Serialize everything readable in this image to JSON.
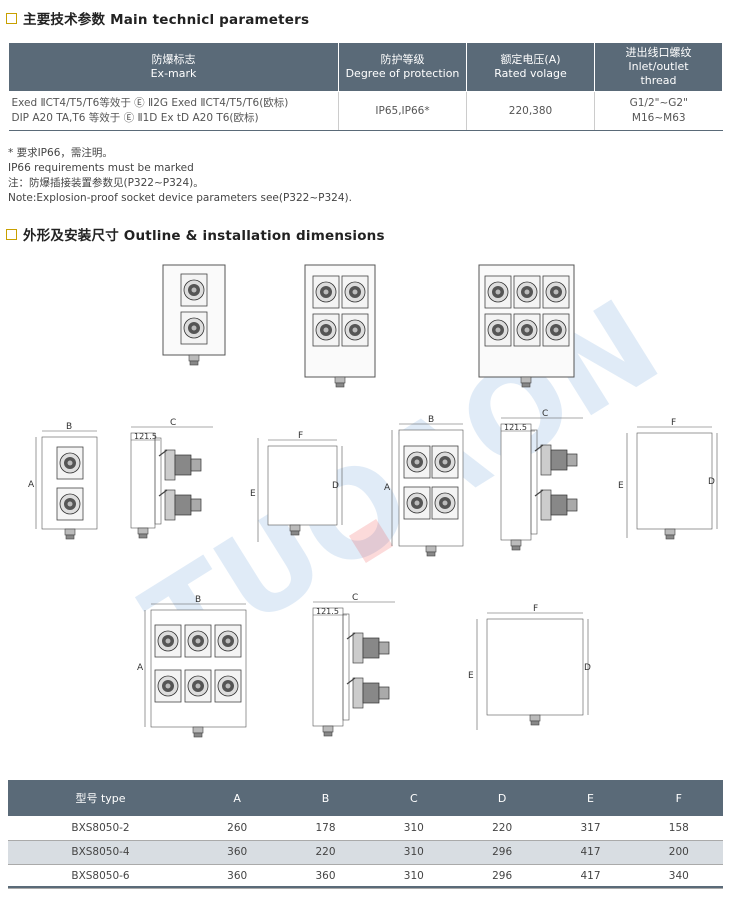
{
  "section1": {
    "title": "主要技术参数 Main technicl parameters"
  },
  "params_table": {
    "headers": [
      {
        "cn": "防爆标志",
        "en": "Ex-mark"
      },
      {
        "cn": "防护等级",
        "en": "Degree of protection"
      },
      {
        "cn": "额定电压(A)",
        "en": "Rated volage"
      },
      {
        "cn": "进出线口螺纹",
        "en": "Inlet/outlet",
        "en2": "thread"
      }
    ],
    "row": {
      "exmark_line1": "Exed ⅡCT4/T5/T6等效于 Ⓔ Ⅱ2G Exed ⅡCT4/T5/T6(欧标)",
      "exmark_line2": "DIP A20 TA,T6 等效于 Ⓔ Ⅱ1D Ex tD A20 T6(欧标)",
      "protection": "IP65,IP66*",
      "voltage": "220,380",
      "thread_line1": "G1/2\"~G2\"",
      "thread_line2": "M16~M63"
    }
  },
  "notes": [
    "* 要求IP66，需注明。",
    "IP66 requirements must be marked",
    "注：防爆插接装置参数见(P322~P324)。",
    "Note:Explosion-proof socket device parameters see(P322~P324)."
  ],
  "section2": {
    "title": "外形及安装尺寸 Outline & installation dimensions"
  },
  "drawing_labels": {
    "a": "A",
    "b": "B",
    "c": "C",
    "d": "D",
    "e": "E",
    "f": "F",
    "offset": "121.5"
  },
  "watermark": "TUOAON",
  "dims_table": {
    "headers": [
      "型号 type",
      "A",
      "B",
      "C",
      "D",
      "E",
      "F"
    ],
    "rows": [
      [
        "BXS8050-2",
        "260",
        "178",
        "310",
        "220",
        "317",
        "158"
      ],
      [
        "BXS8050-4",
        "360",
        "220",
        "310",
        "296",
        "417",
        "200"
      ],
      [
        "BXS8050-6",
        "360",
        "360",
        "310",
        "296",
        "417",
        "340"
      ]
    ]
  },
  "colors": {
    "header_bg": "#5a6a78",
    "alt_row": "#d8dde2",
    "marker": "#c8a000"
  }
}
